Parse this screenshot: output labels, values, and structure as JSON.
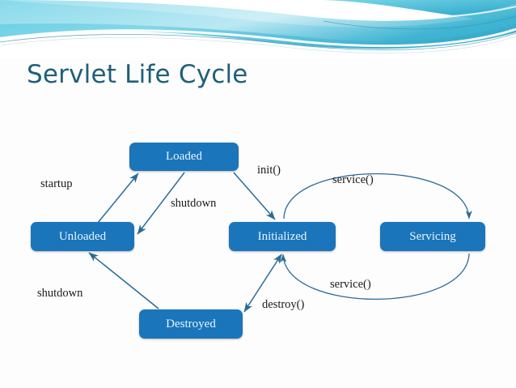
{
  "slide": {
    "title": "Servlet Life Cycle",
    "title_color": "#1f6079",
    "background_color": "#fdfdfd",
    "banner": {
      "name": "decorative-wave-banner",
      "colors": [
        "#5ac8e0",
        "#7fd4e8",
        "#2ba6c6",
        "#b9e7f2",
        "#ffffff"
      ]
    }
  },
  "diagram": {
    "type": "state-diagram",
    "node_fill_color": "#1a75bb",
    "node_text_color": "#eaf4fb",
    "edge_color": "#2a6b96",
    "nodes": [
      {
        "id": "unloaded",
        "label": "Unloaded"
      },
      {
        "id": "loaded",
        "label": "Loaded"
      },
      {
        "id": "initialized",
        "label": "Initialized"
      },
      {
        "id": "servicing",
        "label": "Servicing"
      },
      {
        "id": "destroyed",
        "label": "Destroyed"
      }
    ],
    "edges": [
      {
        "id": "startup",
        "label": "startup",
        "from": "unloaded",
        "to": "loaded",
        "style": "straight",
        "arrow": "single"
      },
      {
        "id": "shutdown1",
        "label": "shutdown",
        "from": "loaded",
        "to": "unloaded",
        "style": "straight",
        "arrow": "single"
      },
      {
        "id": "init",
        "label": "init()",
        "from": "loaded",
        "to": "initialized",
        "style": "straight",
        "arrow": "single"
      },
      {
        "id": "service1",
        "label": "service()",
        "from": "initialized",
        "to": "servicing",
        "style": "curve-top",
        "arrow": "single"
      },
      {
        "id": "service2",
        "label": "service()",
        "from": "servicing",
        "to": "initialized",
        "style": "curve-bottom",
        "arrow": "single"
      },
      {
        "id": "destroy",
        "label": "destroy()",
        "from": "initialized",
        "to": "destroyed",
        "style": "straight",
        "arrow": "double"
      },
      {
        "id": "shutdown2",
        "label": "shutdown",
        "from": "destroyed",
        "to": "unloaded",
        "style": "straight",
        "arrow": "single"
      }
    ]
  }
}
